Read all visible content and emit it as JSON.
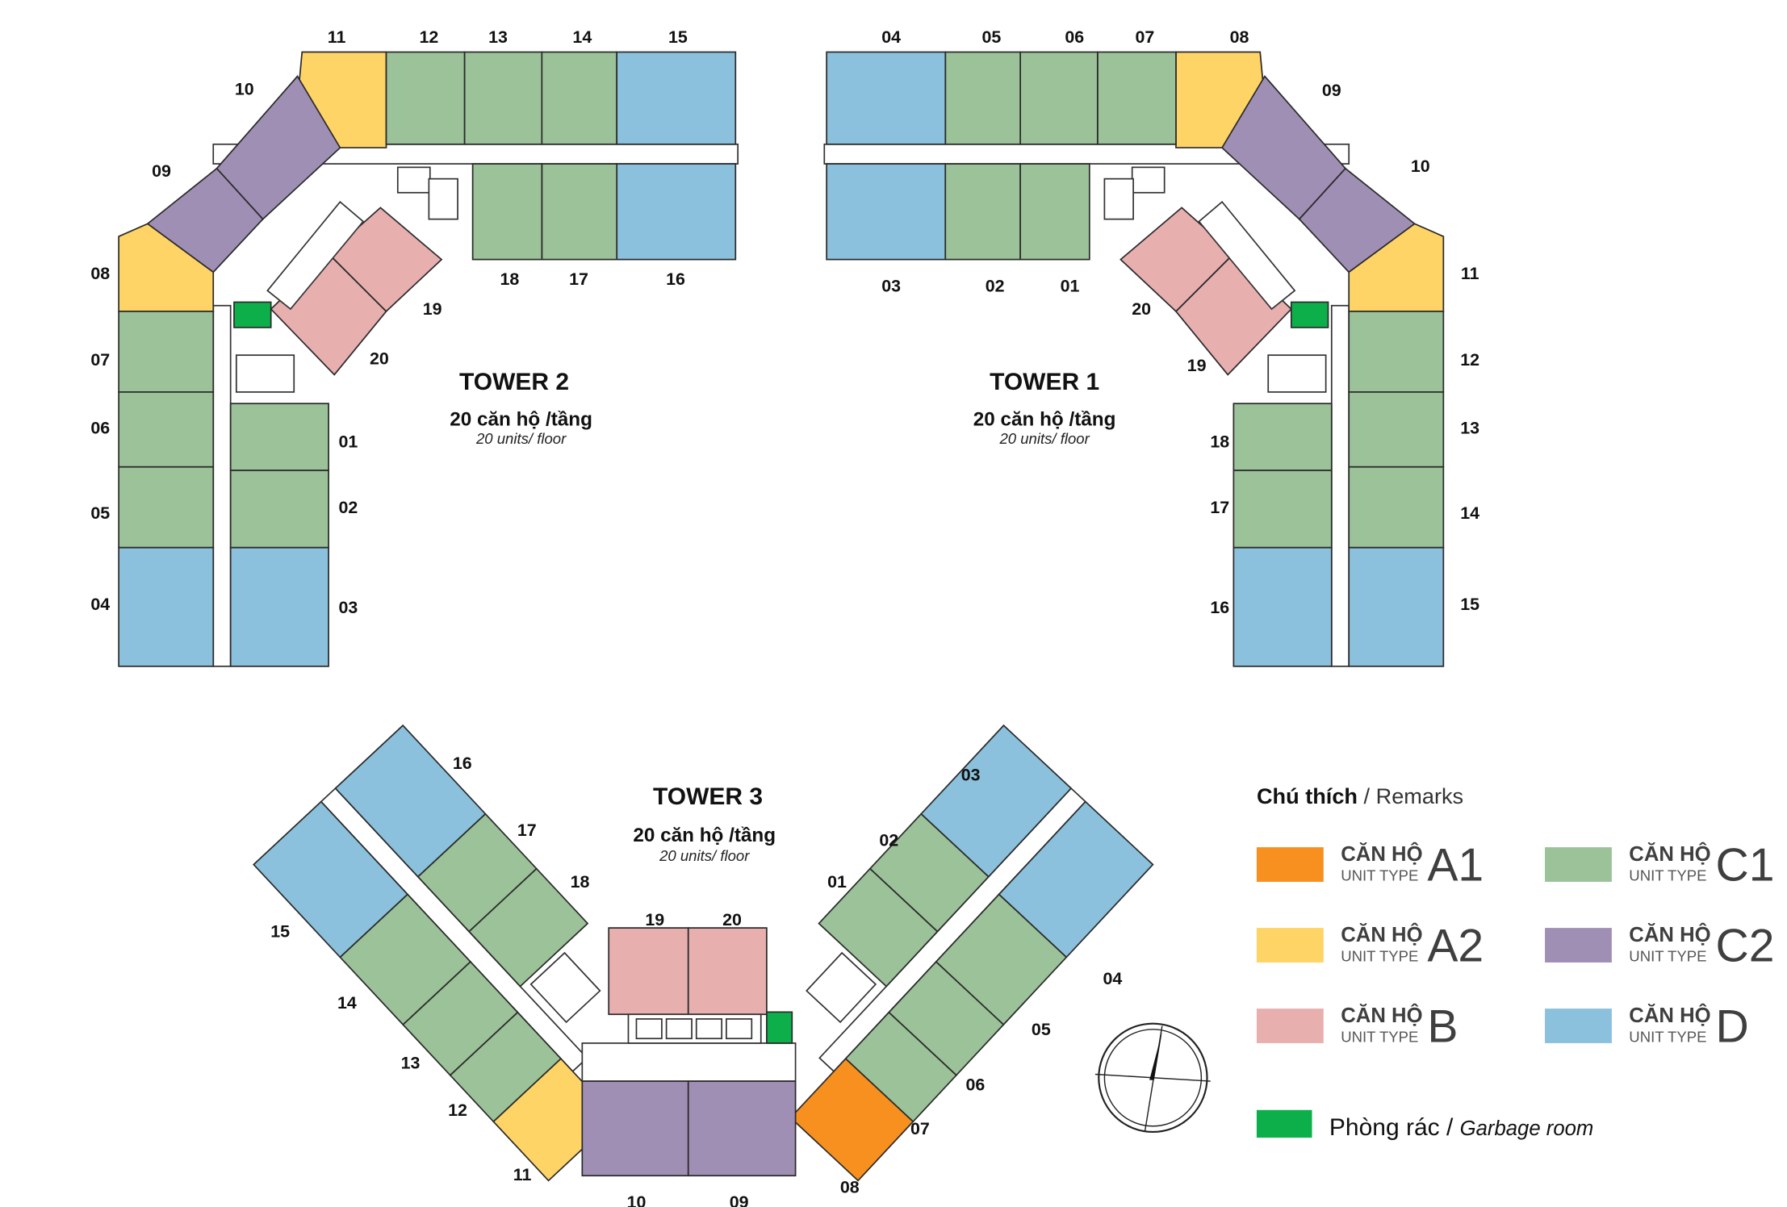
{
  "colors": {
    "A1": "#f7901e",
    "A2": "#ffd466",
    "B": "#e8afaf",
    "C1": "#9bc298",
    "C2": "#a08fb5",
    "D": "#8bc1dc",
    "garbage": "#0daf4b"
  },
  "towers": {
    "t2": {
      "name": "TOWER 2",
      "per_floor": "20 căn hộ /tầng",
      "per_floor_en": "20 units/ floor",
      "units": {
        "01": "C1",
        "02": "C1",
        "03": "D",
        "04": "D",
        "05": "C1",
        "06": "C1",
        "07": "C1",
        "08": "A2",
        "09": "C2",
        "10": "C2",
        "11": "A2",
        "12": "C1",
        "13": "C1",
        "14": "C1",
        "15": "D",
        "16": "D",
        "17": "C1",
        "18": "C1",
        "19": "B",
        "20": "B"
      }
    },
    "t1": {
      "name": "TOWER 1",
      "per_floor": "20 căn hộ /tầng",
      "per_floor_en": "20 units/ floor",
      "units": {
        "01": "C1",
        "02": "C1",
        "03": "D",
        "04": "D",
        "05": "C1",
        "06": "C1",
        "07": "C1",
        "08": "A2",
        "09": "C2",
        "10": "C2",
        "11": "A2",
        "12": "C1",
        "13": "C1",
        "14": "C1",
        "15": "D",
        "16": "D",
        "17": "C1",
        "18": "C1",
        "19": "B",
        "20": "B"
      }
    },
    "t3": {
      "name": "TOWER 3",
      "per_floor": "20 căn hộ /tầng",
      "per_floor_en": "20 units/ floor",
      "units": {
        "01": "C1",
        "02": "C1",
        "03": "D",
        "04": "D",
        "05": "C1",
        "06": "C1",
        "07": "C1",
        "08": "A1",
        "09": "C2",
        "10": "C2",
        "11": "A2",
        "12": "C1",
        "13": "C1",
        "14": "C1",
        "15": "D",
        "16": "D",
        "17": "C1",
        "18": "C1",
        "19": "B",
        "20": "B"
      }
    }
  },
  "legend": {
    "title": "Chú thích",
    "title_sep": " / ",
    "title_en": "Remarks",
    "items": [
      {
        "type": "A1",
        "label": "CĂN HỘ",
        "sub": "UNIT TYPE",
        "code": "A1"
      },
      {
        "type": "A2",
        "label": "CĂN HỘ",
        "sub": "UNIT TYPE",
        "code": "A2"
      },
      {
        "type": "B",
        "label": "CĂN HỘ",
        "sub": "UNIT TYPE",
        "code": "B"
      },
      {
        "type": "C1",
        "label": "CĂN HỘ",
        "sub": "UNIT TYPE",
        "code": "C1"
      },
      {
        "type": "C2",
        "label": "CĂN HỘ",
        "sub": "UNIT TYPE",
        "code": "C2"
      },
      {
        "type": "D",
        "label": "CĂN HỘ",
        "sub": "UNIT TYPE",
        "code": "D"
      }
    ],
    "garbage": {
      "label": "Phòng rác",
      "sep": " / ",
      "label_en": "Garbage room"
    }
  }
}
